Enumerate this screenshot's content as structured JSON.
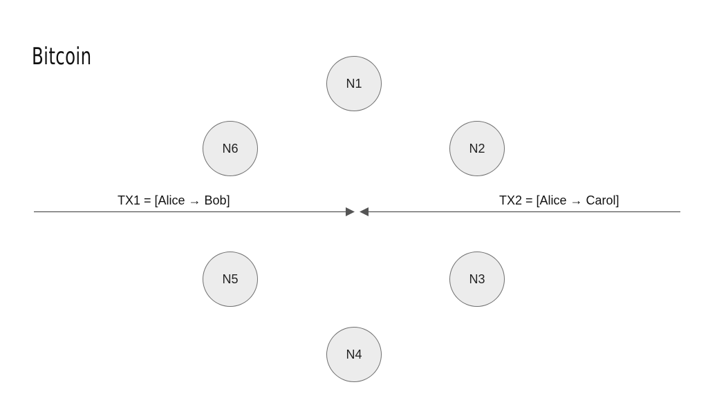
{
  "slide": {
    "title": "Bitcoin"
  },
  "nodes": [
    {
      "id": "n1",
      "label": "N1"
    },
    {
      "id": "n2",
      "label": "N2"
    },
    {
      "id": "n3",
      "label": "N3"
    },
    {
      "id": "n4",
      "label": "N4"
    },
    {
      "id": "n5",
      "label": "N5"
    },
    {
      "id": "n6",
      "label": "N6"
    }
  ],
  "transactions": [
    {
      "id": "tx1",
      "label": "TX1 = [Alice → Bob]"
    },
    {
      "id": "tx2",
      "label": "TX2 = [Alice → Carol]"
    }
  ],
  "colors": {
    "node_fill": "#ececec",
    "node_stroke": "#6e6e6e",
    "arrow": "#555555"
  }
}
